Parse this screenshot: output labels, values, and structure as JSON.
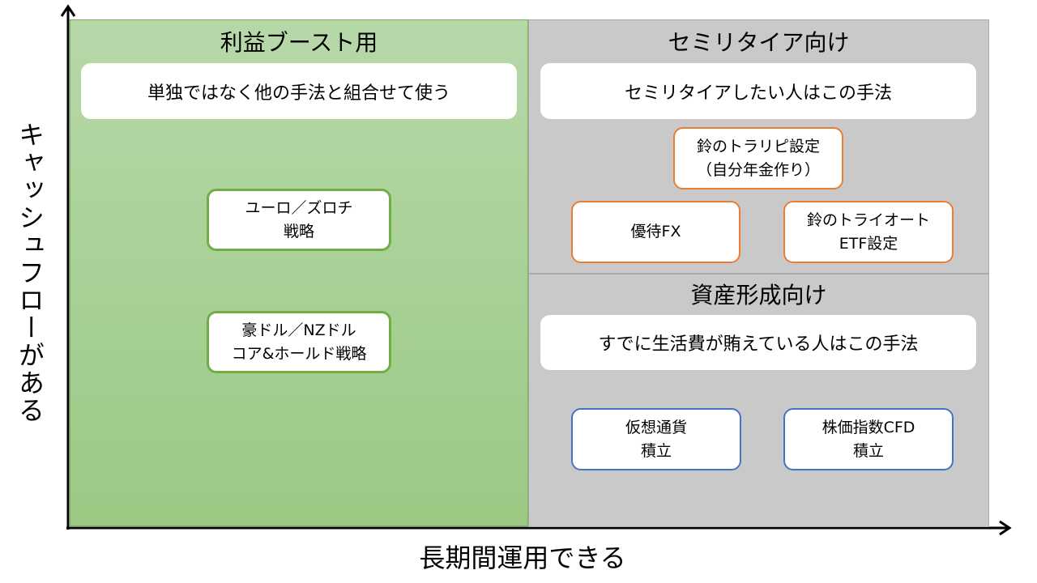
{
  "quadrants": {
    "left": {
      "title": "利益ブースト用",
      "description": "単独ではなく他の手法と組合せて使う",
      "items": [
        "ユーロ／ズロチ\n戦略",
        "豪ドル／NZドル\nコア&ホールド戦略"
      ]
    },
    "top_right": {
      "title": "セミリタイア向け",
      "description": "セミリタイアしたい人はこの手法",
      "items": [
        "鈴のトラリピ設定\n（自分年金作り）",
        "優待FX",
        "鈴のトライオート\nETF設定"
      ]
    },
    "bottom_right": {
      "title": "資産形成向け",
      "description": "すでに生活費が賄えている人はこの手法",
      "items": [
        "仮想通貨\n積立",
        "株価指数CFD\n積立"
      ]
    }
  },
  "axes": {
    "y_label": "キャッシュフローがある",
    "x_label": "長期間運用できる"
  },
  "colors": {
    "green": "#70ad47",
    "orange": "#ed7d31",
    "blue": "#4472c4",
    "gray": "#c9c9c9"
  }
}
